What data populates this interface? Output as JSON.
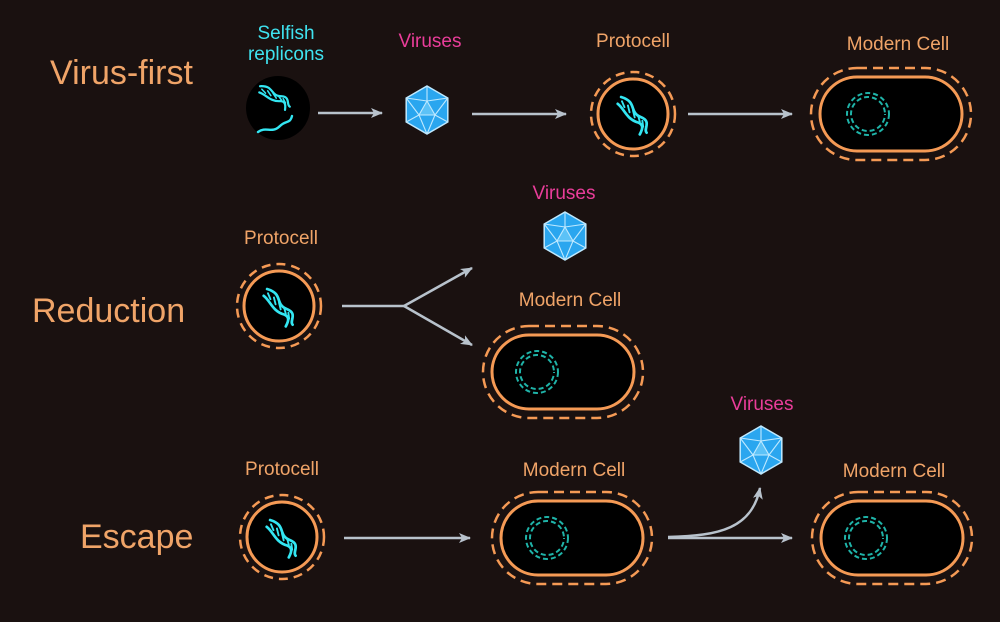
{
  "colors": {
    "background": "#1a1110",
    "title": "#f0a468",
    "label": "#f0a468",
    "virus_label": "#ea3d9a",
    "selfish_label": "#3fe3f0",
    "membrane": "#f59a55",
    "arrow": "#b8c2cc",
    "dna": "#33e6f2",
    "plasmid": "#1fb3a8",
    "virus_fill": "#2aa6ef",
    "virus_edge": "#bfe9ff"
  },
  "rows": {
    "virus_first": {
      "title": "Virus-first",
      "selfish_line1": "Selfish",
      "selfish_line2": "replicons",
      "viruses": "Viruses",
      "protocell": "Protocell",
      "modern_cell": "Modern Cell"
    },
    "reduction": {
      "title": "Reduction",
      "protocell": "Protocell",
      "viruses": "Viruses",
      "modern_cell": "Modern Cell"
    },
    "escape": {
      "title": "Escape",
      "protocell": "Protocell",
      "modern_cell_1": "Modern Cell",
      "viruses": "Viruses",
      "modern_cell_2": "Modern Cell"
    }
  },
  "icons": {
    "dna": "dna-double-helix-icon",
    "virus": "icosahedral-virus-icon",
    "plasmid": "circular-chromosome-icon"
  }
}
